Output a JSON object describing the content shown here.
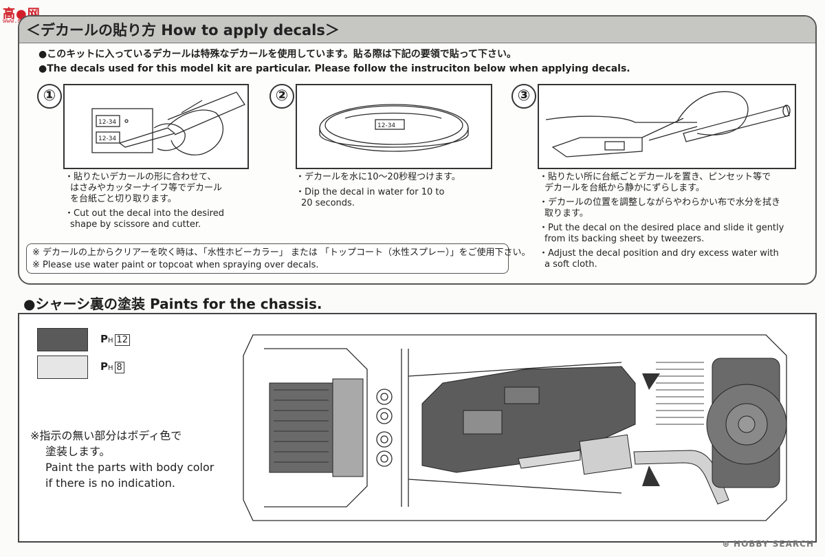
{
  "watermark": {
    "main": "高●网",
    "sub": "www.mx-yu.com"
  },
  "decals": {
    "title": "＜デカールの貼り方 How to apply decals＞",
    "intro_jp": "●このキットに入っているデカールは特殊なデカールを使用しています。貼る際は下記の要領で貼って下さい。",
    "intro_en": "●The decals used for this model kit are particular. Please follow the instruciton below when applying decals.",
    "steps": [
      {
        "number": "①",
        "decal_label": "12-34",
        "lines": [
          "・貼りたいデカールの形に合わせて、",
          "はさみやカッターナイフ等でデカール",
          "を台紙ごと切り取ります。",
          "・Cut out the decal into the desired",
          "shape by scissore and cutter."
        ]
      },
      {
        "number": "②",
        "decal_label": "12-34",
        "lines": [
          "・デカールを水に10～20秒程つけます。",
          "・Dip the decal in water for 10 to",
          "20 seconds."
        ]
      },
      {
        "number": "③",
        "lines": [
          "・貼りたい所に台紙ごとデカールを置き、ピンセット等で",
          "デカールを台紙から静かにずらします。",
          "・デカールの位置を調整しながらやわらかい布で水分を拭き",
          "取ります。",
          "・Put the decal on the desired place and slide it gently",
          "from its backing sheet by tweezers.",
          "・Adjust the decal position and dry excess water with",
          "a soft cloth."
        ]
      }
    ],
    "caution_jp": "※ デカールの上からクリアーを吹く時は、「水性ホビーカラー」 または 「トップコート（水性スプレー）」をご使用下さい。",
    "caution_en": "※ Please use water paint or topcoat when spraying over decals."
  },
  "chassis": {
    "title": "●シャーシ裏の塗装 Paints for the chassis.",
    "paints": [
      {
        "prefix": "P",
        "sub": "H",
        "code": "12",
        "color": "#5a5a5a"
      },
      {
        "prefix": "P",
        "sub": "H",
        "code": "8",
        "color": "#e6e6e6"
      }
    ],
    "note_lines": [
      "※指示の無い部分はボディ色で",
      "塗装します。",
      "Paint the parts with body color",
      "if there is no indication."
    ]
  },
  "footer": {
    "brand": "⊕ HOBBY SEARCH"
  }
}
